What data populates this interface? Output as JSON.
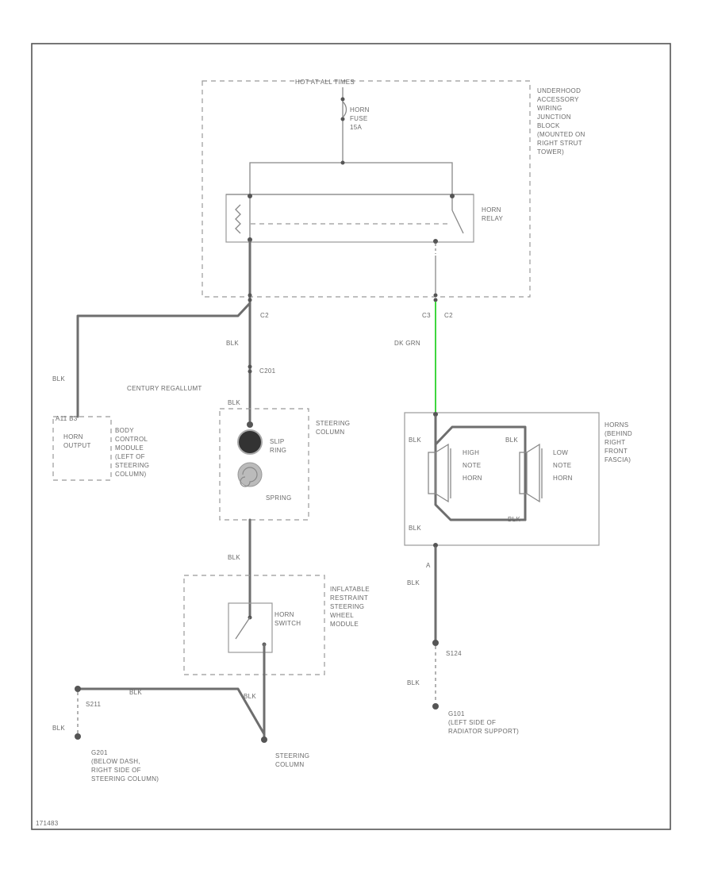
{
  "labels": {
    "hot": "HOT AT ALL TIMES",
    "fuse": [
      "HORN",
      "FUSE",
      "15A"
    ],
    "ujb": [
      "UNDERHOOD",
      "ACCESSORY",
      "WIRING",
      "JUNCTION",
      "BLOCK",
      "(MOUNTED ON",
      "RIGHT STRUT",
      "TOWER)"
    ],
    "relay": [
      "HORN",
      "RELAY"
    ],
    "c2_left": "C2",
    "c3": "C3",
    "c2_right": "C2",
    "blk": "BLK",
    "dkgrn": "DK GRN",
    "c201": "C201",
    "century": "CENTURY REGALLUMT",
    "bcm_pin": "A11  B3",
    "bcm_out": [
      "HORN",
      "OUTPUT"
    ],
    "bcm": [
      "BODY",
      "CONTROL",
      "MODULE",
      "(LEFT OF",
      "STEERING",
      "COLUMN)"
    ],
    "steer_col": [
      "STEERING",
      "COLUMN"
    ],
    "slip": [
      "SLIP",
      "RING"
    ],
    "spring": "SPRING",
    "airbag": [
      "INFLATABLE",
      "RESTRAINT",
      "STEERING",
      "WHEEL",
      "MODULE"
    ],
    "hswitch": [
      "HORN",
      "SWITCH"
    ],
    "horns": [
      "HORNS",
      "(BEHIND",
      "RIGHT",
      "FRONT",
      "FASCIA)"
    ],
    "high": [
      "HIGH",
      "NOTE",
      "HORN"
    ],
    "low": [
      "LOW",
      "NOTE",
      "HORN"
    ],
    "a": "A",
    "s124": "S124",
    "g101": [
      "G101",
      "(LEFT SIDE OF",
      "RADIATOR SUPPORT)"
    ],
    "g201": [
      "G201",
      "(BELOW DASH,",
      "RIGHT SIDE OF",
      "STEERING COLUMN)"
    ],
    "s211": "S211",
    "steer_col2": [
      "STEERING",
      "COLUMN"
    ],
    "code": "171483"
  },
  "colors": {
    "wire": "#6e6e6e",
    "dk_grn_wire": "#3fd63f"
  }
}
